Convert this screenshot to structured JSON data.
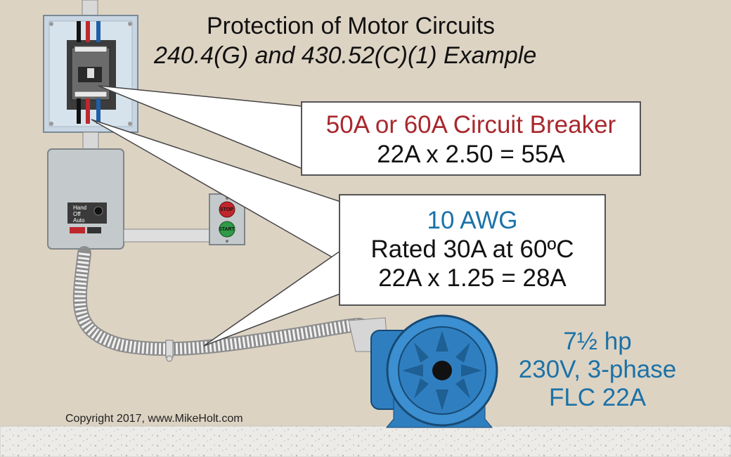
{
  "title": {
    "line1": "Protection of Motor Circuits",
    "line2": "240.4(G) and 430.52(C)(1) Example"
  },
  "breaker_callout": {
    "heading": "50A or 60A Circuit Breaker",
    "calc": "22A x 2.50 = 55A"
  },
  "wire_callout": {
    "heading": "10 AWG",
    "rating": "Rated 30A at 60ºC",
    "calc": "22A x 1.25 = 28A"
  },
  "motor": {
    "hp": "7½ hp",
    "voltage": "230V, 3-phase",
    "flc": "FLC 22A"
  },
  "controller": {
    "selector": [
      "Hand",
      "Off",
      "Auto"
    ],
    "stop": "STOP",
    "start": "START"
  },
  "copyright": "Copyright 2017, www.MikeHolt.com",
  "colors": {
    "background": "#ddd3c3",
    "breaker_text": "#a8282e",
    "blue_text": "#1b72a8",
    "motor_body": "#2f7fc0"
  }
}
